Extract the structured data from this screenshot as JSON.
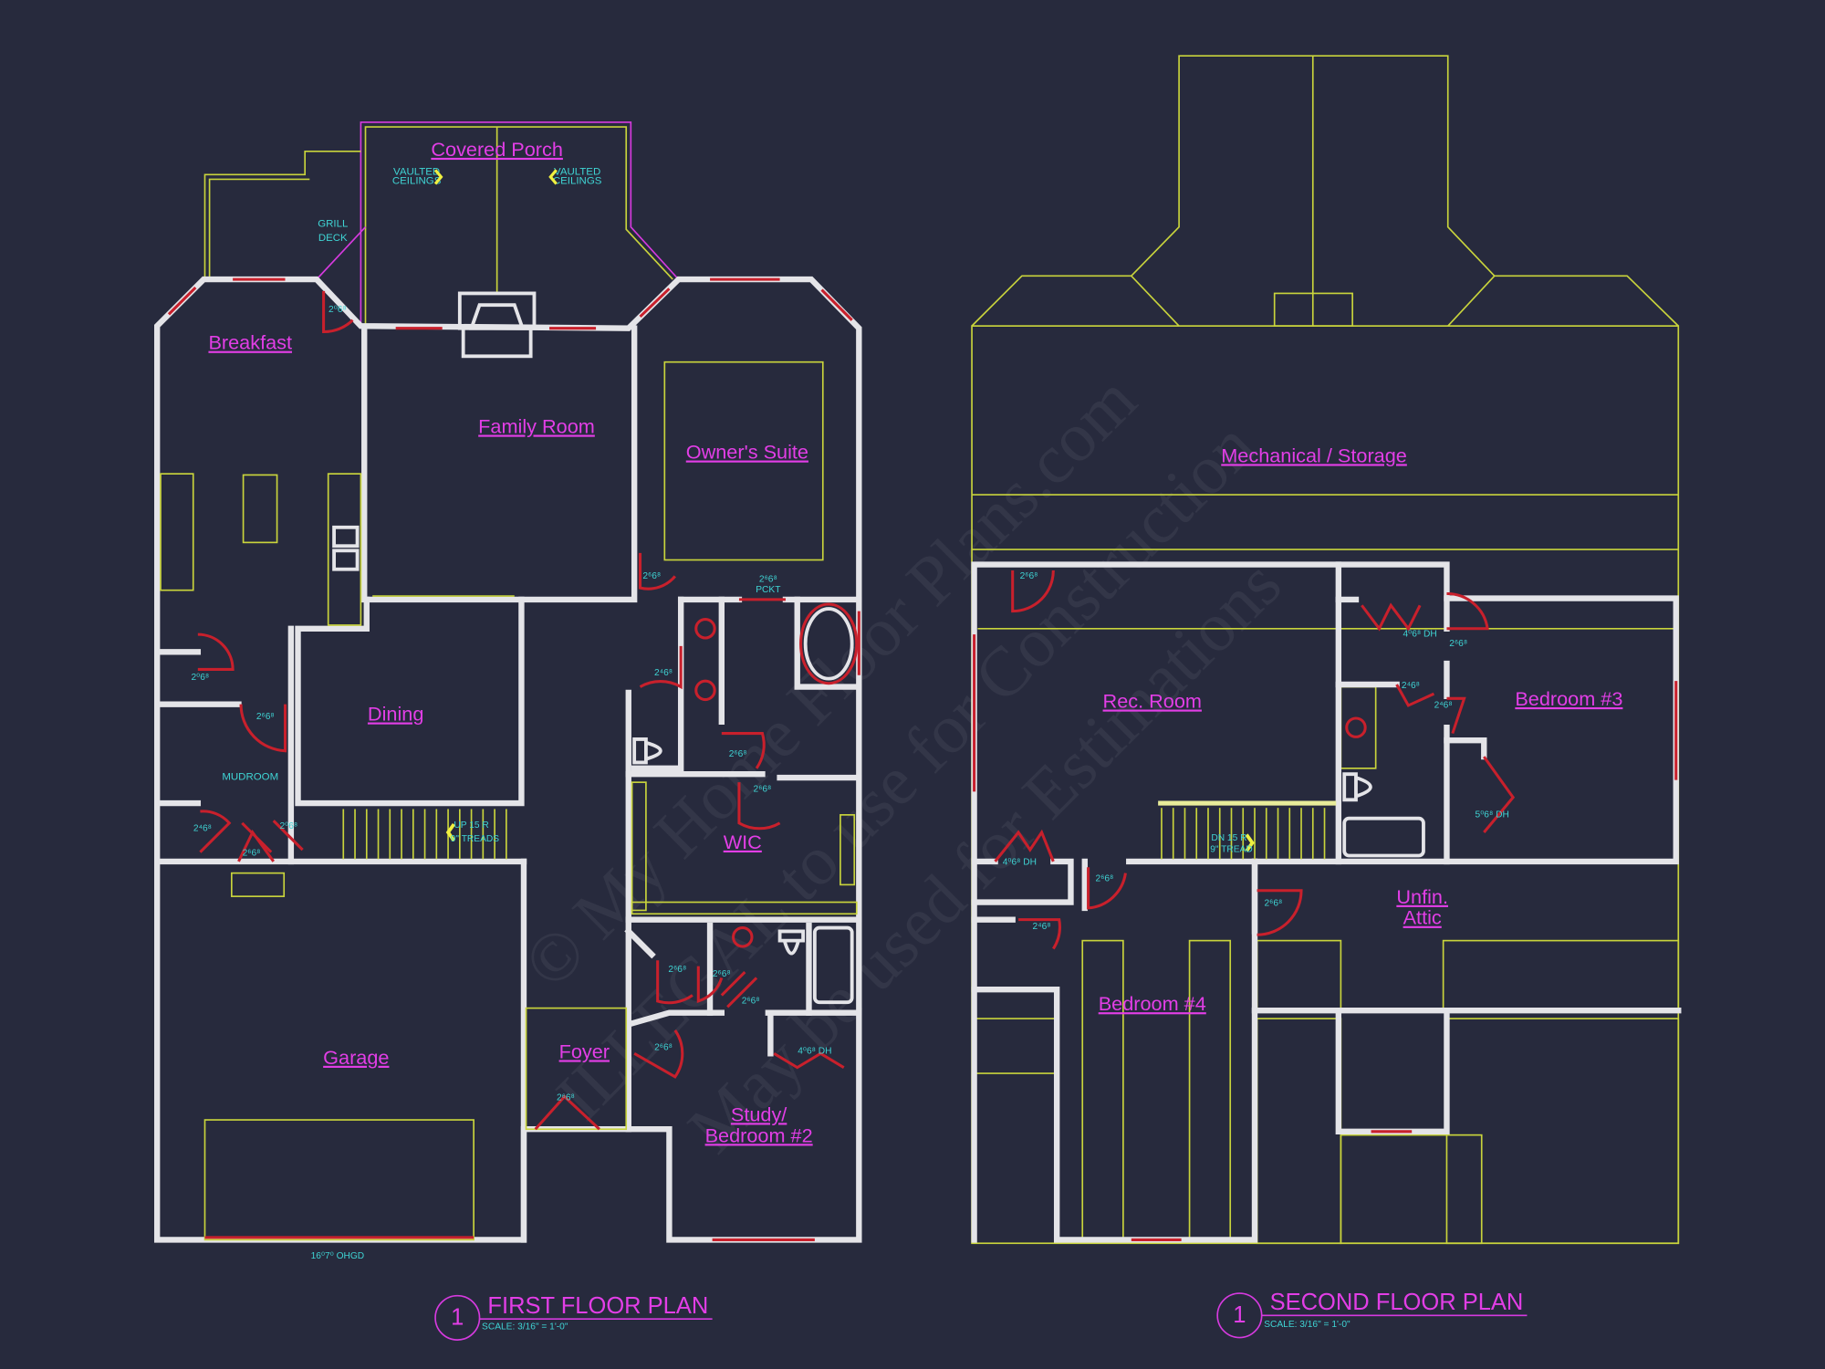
{
  "colors": {
    "background": "#272a3d",
    "walls": "#e4e4e8",
    "outlines": "#c9d43c",
    "labels": "#e23ee6",
    "annotations": "#3fd4d4",
    "doors_windows": "#c8202c"
  },
  "watermark": [
    "© My Home Floor Plans.com",
    "ILLEGAL to use for Construction",
    "May be used for Estimations"
  ],
  "first_floor": {
    "title": "FIRST FLOOR PLAN",
    "number": "1",
    "scale": "SCALE: 3/16\" = 1'-0\"",
    "rooms": {
      "covered_porch": "Covered Porch",
      "breakfast": "Breakfast",
      "family_room": "Family Room",
      "owners_suite": "Owner's Suite",
      "dining": "Dining",
      "wic": "WIC",
      "garage": "Garage",
      "foyer": "Foyer",
      "study_1": "Study/",
      "study_2": "Bedroom #2"
    },
    "notes": {
      "vaulted_1": "VAULTED",
      "vaulted_2": "CEILINGS",
      "grill_1": "GRILL",
      "grill_2": "DECK",
      "mudroom": "MUDROOM",
      "stair_1": "UP 15 R",
      "stair_2": "9\" TREADS",
      "garage_door": "16⁰7⁰ OHGD",
      "pocket_1": "2⁶6⁸",
      "pocket_2": "PCKT"
    },
    "door_tags": [
      "2⁰6⁸",
      "2⁰6⁸",
      "2⁶6⁸",
      "2⁴6⁸",
      "2⁰6⁸",
      "2⁶6⁸",
      "2⁶6⁸",
      "2⁴6⁸",
      "2⁶6⁸",
      "2⁶6⁸",
      "2⁶6⁸",
      "2⁶6⁸",
      "2⁶6⁸",
      "2⁶6⁸",
      "2⁶6⁸",
      "4⁰6⁸ DH"
    ]
  },
  "second_floor": {
    "title": "SECOND FLOOR PLAN",
    "number": "1",
    "scale": "SCALE: 3/16\" = 1'-0\"",
    "rooms": {
      "mechanical": "Mechanical / Storage",
      "rec_room": "Rec. Room",
      "bedroom3": "Bedroom #3",
      "unfin_1": "Unfin.",
      "unfin_2": "Attic",
      "bedroom4": "Bedroom #4"
    },
    "notes": {
      "stair_1": "DN 15 R",
      "stair_2": "9\" TREAD"
    },
    "door_tags": [
      "2⁶6⁸",
      "4⁰6⁸ DH",
      "2⁶6⁸",
      "2⁴6⁸",
      "2⁴6⁸",
      "5⁰6⁸ DH",
      "4⁰6⁸ DH",
      "2⁶6⁸",
      "2⁴6⁸",
      "2⁶6⁸"
    ]
  }
}
